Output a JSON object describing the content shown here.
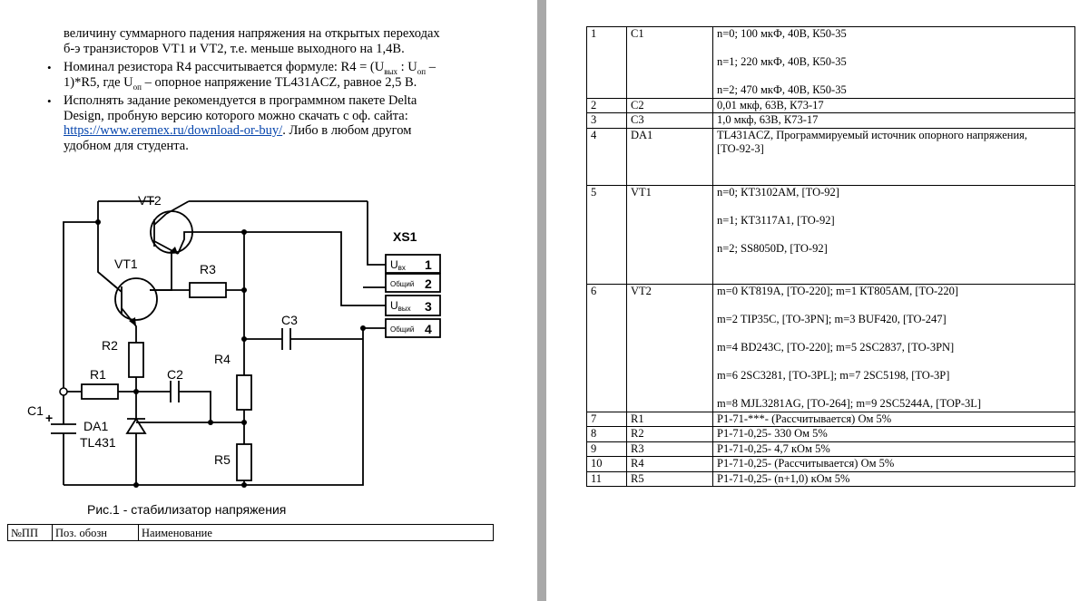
{
  "left_page": {
    "paragraph_top": [
      "величину суммарного падения напряжения на  открытых переходах",
      "б-э транзисторов VT1 и VT2, т.е. меньше выходного на 1,4В."
    ],
    "bullet_symbol": "•",
    "bullet_r4": {
      "line1_a": "Номинал резистора R4 рассчитывается формуле: R4 = (U",
      "line1_sub1": "вых",
      "line1_b": " : U",
      "line1_sub2": "оп",
      "line1_c": " –",
      "line2_a": "1)*R5, где U",
      "line2_sub": "оп",
      "line2_b": " – опорное напряжение TL431ACZ, равное 2,5 В."
    },
    "bullet_delta": {
      "line1": "Исполнять задание рекомендуется в программном пакете Delta",
      "line2": "Design, пробную версию которого можно скачать с оф. сайта:",
      "link": "https://www.eremex.ru/download-or-buy/",
      "line3_rest": ". Либо в любом другом",
      "line4": "удобном для студента."
    },
    "schematic": {
      "labels": {
        "vt2": "VT2",
        "vt1": "VT1",
        "r3": "R3",
        "r2": "R2",
        "r1": "R1",
        "c2": "C2",
        "c3": "C3",
        "r4": "R4",
        "r5": "R5",
        "c1": "C1",
        "c1_plus": "+",
        "da1": "DA1",
        "tl431": "TL431",
        "xs1": "XS1"
      },
      "connector": [
        {
          "name": "U",
          "sub": "вх",
          "num": "1"
        },
        {
          "name": "Общий",
          "sub": "",
          "num": "2"
        },
        {
          "name": "U",
          "sub": "вых",
          "num": "3"
        },
        {
          "name": "Общий",
          "sub": "",
          "num": "4"
        }
      ]
    },
    "caption": "Рис.1 - стабилизатор напряжения",
    "header_table": [
      "№ПП",
      "Поз. обозн",
      "Наименование"
    ]
  },
  "bom": [
    {
      "n": "1",
      "pos": "C1",
      "lines": [
        "n=0; 100 мкФ, 40В, К50-35",
        "",
        "n=1; 220 мкФ, 40В, К50-35",
        "",
        "n=2; 470 мкФ, 40В, К50-35"
      ]
    },
    {
      "n": "2",
      "pos": "C2",
      "lines": [
        "0,01 мкф, 63В, К73-17"
      ]
    },
    {
      "n": "3",
      "pos": "C3",
      "lines": [
        "1,0 мкф, 63В, К73-17"
      ]
    },
    {
      "n": "4",
      "pos": "DA1",
      "lines": [
        "TL431ACZ, Программируемый источник опорного напряжения,",
        "[TO-92-3]",
        "",
        ""
      ]
    },
    {
      "n": "5",
      "pos": "VT1",
      "lines": [
        "n=0; КТ3102АМ, [TO-92]",
        "",
        "n=1; КТ3117А1, [TO-92]",
        "",
        "n=2; SS8050D, [TO-92]",
        "",
        ""
      ]
    },
    {
      "n": "6",
      "pos": "VT2",
      "lines": [
        "m=0 KT819A, [TO-220]; m=1 КТ805АМ, [TO-220]",
        "",
        "m=2 TIP35C, [TO-3PN]; m=3 BUF420, [TO-247]",
        "",
        "m=4 BD243C, [TO-220]; m=5 2SC2837, [TO-3PN]",
        "",
        "m=6 2SC3281, [TO-3PL]; m=7 2SC5198, [TO-3P]",
        "",
        "m=8 MJL3281AG, [TO-264]; m=9 2SC5244A, [TOP-3L]"
      ]
    },
    {
      "n": "7",
      "pos": "R1",
      "lines": [
        "Р1-71-***- (Рассчитывается) Ом 5%"
      ]
    },
    {
      "n": "8",
      "pos": "R2",
      "lines": [
        "Р1-71-0,25- 330 Ом 5%"
      ]
    },
    {
      "n": "9",
      "pos": "R3",
      "lines": [
        "Р1-71-0,25- 4,7 кОм 5%"
      ]
    },
    {
      "n": "10",
      "pos": "R4",
      "lines": [
        "Р1-71-0,25- (Рассчитывается) Ом 5%"
      ]
    },
    {
      "n": "11",
      "pos": "R5",
      "lines": [
        "Р1-71-0,25- (n+1,0) кОм 5%"
      ]
    }
  ]
}
